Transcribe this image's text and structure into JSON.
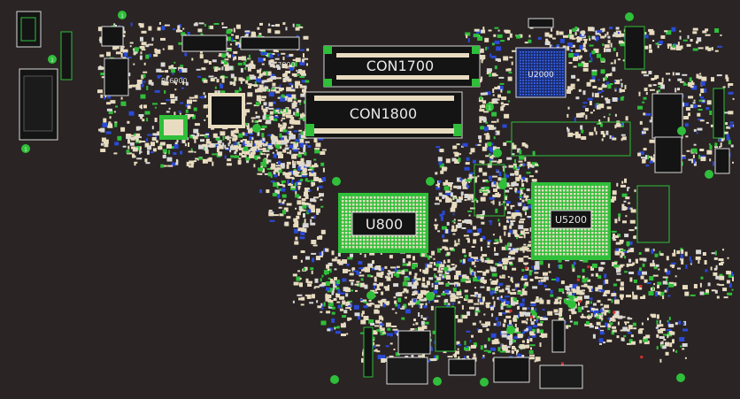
{
  "labels": {
    "con1700": "CON1700",
    "con1800": "CON1800",
    "u800": "U800",
    "u5200": "U5200",
    "u2000": "U2000",
    "pl7800": "PL7800",
    "pl6900": "PL6900"
  },
  "marker_text": "1",
  "colors": {
    "background": "#2a2424",
    "pad": "#e8dcc0",
    "green": "#2fbf3a",
    "outline": "#d8d8d8",
    "chip": "#141414",
    "blue": "#2a4ad8",
    "red": "#d83030"
  }
}
